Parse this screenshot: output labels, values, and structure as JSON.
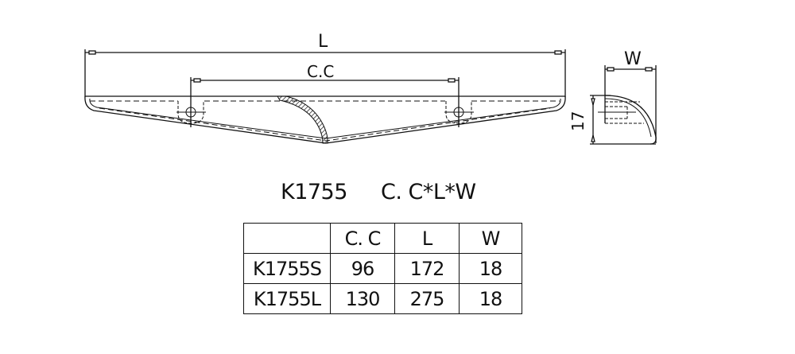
{
  "drawing": {
    "front_view": {
      "dimension_length_label": "L",
      "dimension_center_label": "C.C"
    },
    "side_view": {
      "dimension_width_label": "W",
      "dimension_height_label": "17"
    }
  },
  "title": {
    "model": "K1755",
    "formula": "C. C*L*W"
  },
  "spec_table": {
    "headers": [
      "",
      "C. C",
      "L",
      "W"
    ],
    "rows": [
      {
        "model": "K1755S",
        "cc": "96",
        "l": "172",
        "w": "18"
      },
      {
        "model": "K1755L",
        "cc": "130",
        "l": "275",
        "w": "18"
      }
    ]
  },
  "colors": {
    "line": "#111111",
    "background": "#ffffff"
  }
}
